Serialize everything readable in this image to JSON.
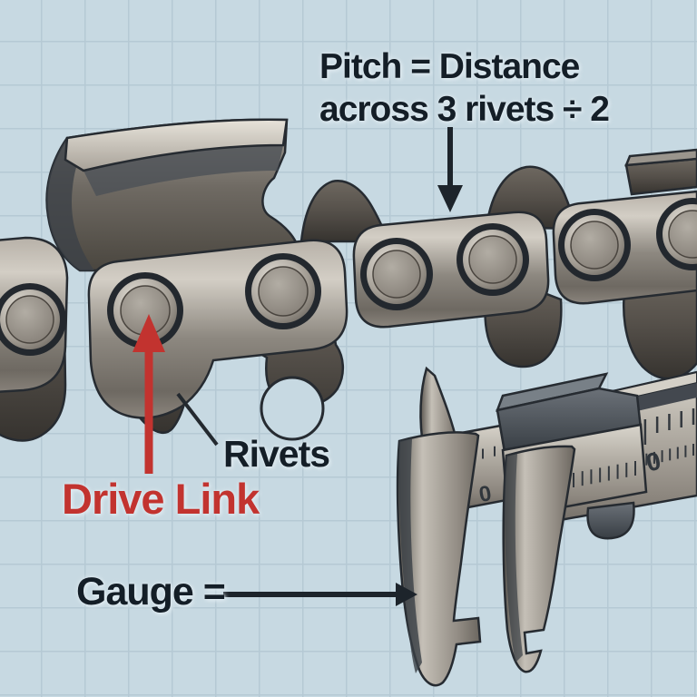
{
  "labels": {
    "pitch": {
      "keyword": "Pitch",
      "rest": " = Distance",
      "line2": "across 3 rivets ÷ 2"
    },
    "rivets": {
      "text": "Rivets"
    },
    "drive_link": {
      "text": "Drive Link"
    },
    "gauge": {
      "text": "Gauge ="
    }
  },
  "caliper": {
    "zero_main": "0",
    "zero_vernier": "0"
  },
  "icons": {
    "chain": "chainsaw-chain-illustration",
    "caliper": "vernier-caliper-illustration",
    "pitch_arrow": "down-arrow",
    "drive_link_arrow": "up-arrow-red",
    "gauge_arrow": "right-arrow",
    "rivets_pointer": "pointer-line"
  },
  "palette": {
    "background": "#c7d9e2",
    "grid_line": "#b5c9d4",
    "text_dark": "#141e27",
    "text_red": "#c2332f",
    "arrow_dark": "#1d242b",
    "arrow_red": "#c2332f",
    "metal_light": "#d6d2c9",
    "metal_mid": "#8d8880",
    "metal_dark": "#55504a",
    "metal_edge": "#262b31"
  }
}
